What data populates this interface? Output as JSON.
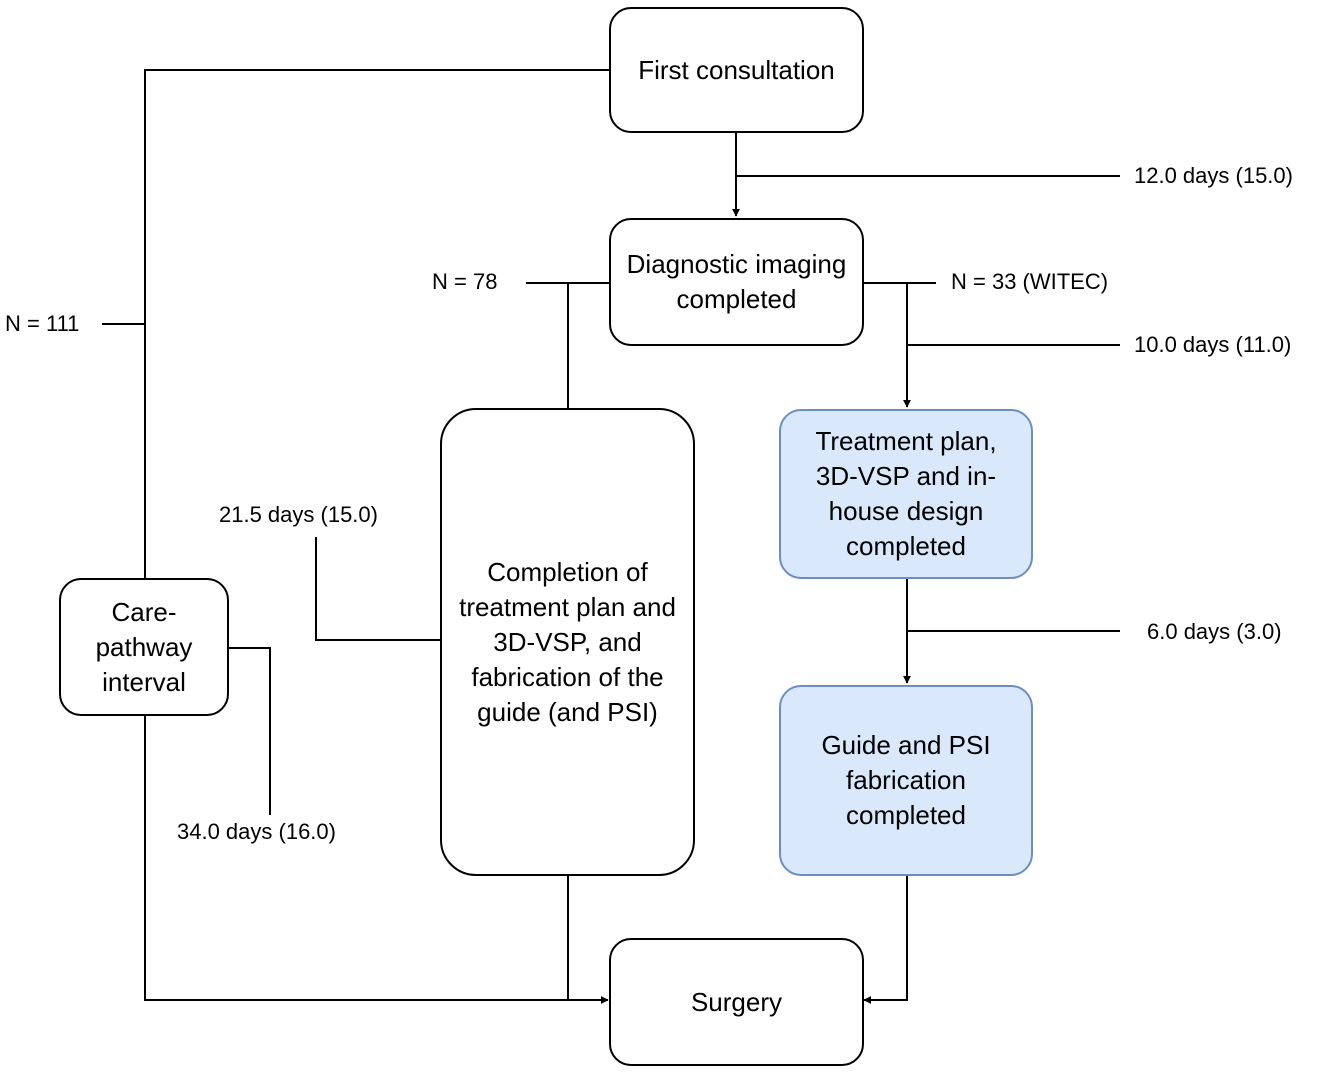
{
  "nodes": {
    "first_consultation": "First consultation",
    "diagnostic_imaging": "Diagnostic imaging completed",
    "care_pathway": "Care-pathway interval",
    "completion_treatment": "Completion of treatment plan and 3D-VSP, and fabrication of the guide (and PSI)",
    "treatment_plan_inhouse": "Treatment plan, 3D-VSP and in-house design completed",
    "guide_psi": "Guide and PSI fabrication completed",
    "surgery": "Surgery"
  },
  "labels": {
    "n_111": "N = 111",
    "n_78": "N = 78",
    "n_33": "N = 33 (WITEC)",
    "days_12": "12.0 days (15.0)",
    "days_10": "10.0 days (11.0)",
    "days_6": "6.0 days (3.0)",
    "days_21_5": "21.5 days (15.0)",
    "days_34": "34.0 days (16.0)"
  },
  "colors": {
    "highlight_fill": "#dae8fc",
    "highlight_stroke": "#6c8ebf",
    "line": "#000000"
  }
}
